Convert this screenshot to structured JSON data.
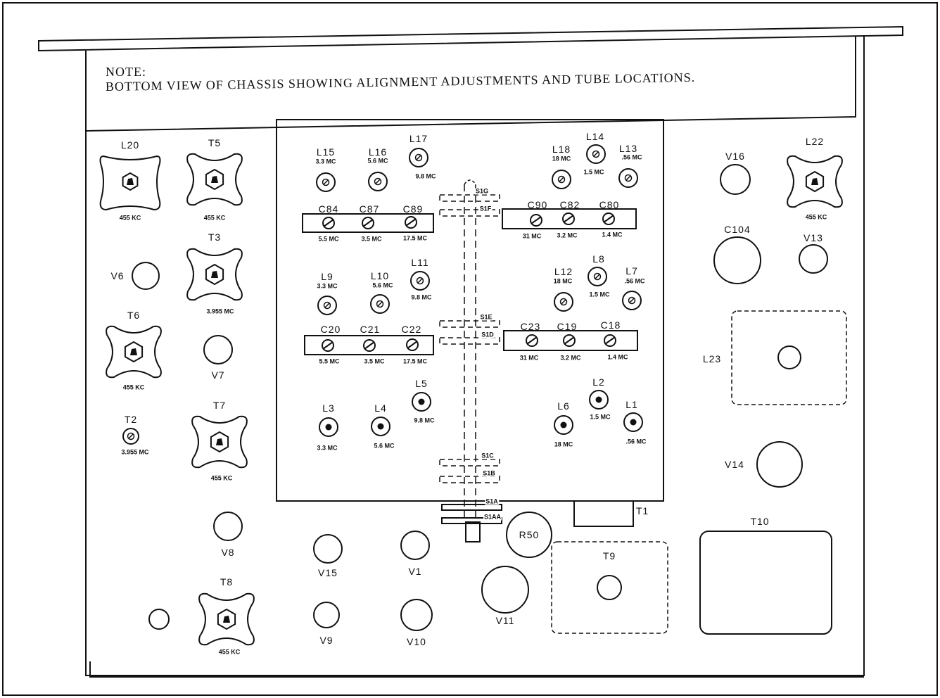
{
  "note": {
    "heading": "NOTE:",
    "text": "BOTTOM VIEW OF CHASSIS SHOWING ALIGNMENT ADJUSTMENTS AND TUBE LOCATIONS."
  },
  "components": [
    {
      "id": "L20",
      "label": "L20",
      "sub": "455 KC"
    },
    {
      "id": "T5",
      "label": "T5",
      "sub": "455 KC"
    },
    {
      "id": "T3",
      "label": "T3",
      "sub": "3.955 MC"
    },
    {
      "id": "V6",
      "label": "V6",
      "sub": ""
    },
    {
      "id": "T6",
      "label": "T6",
      "sub": "455 KC"
    },
    {
      "id": "V7",
      "label": "V7",
      "sub": ""
    },
    {
      "id": "T2",
      "label": "T2",
      "sub": "3.955 MC"
    },
    {
      "id": "T7",
      "label": "T7",
      "sub": "455 KC"
    },
    {
      "id": "V8",
      "label": "V8",
      "sub": ""
    },
    {
      "id": "T8",
      "label": "T8",
      "sub": "455 KC"
    },
    {
      "id": "V15",
      "label": "V15",
      "sub": ""
    },
    {
      "id": "V1",
      "label": "V1",
      "sub": ""
    },
    {
      "id": "V9",
      "label": "V9",
      "sub": ""
    },
    {
      "id": "V10",
      "label": "V10",
      "sub": ""
    },
    {
      "id": "V11",
      "label": "V11",
      "sub": ""
    },
    {
      "id": "R50",
      "label": "R50",
      "sub": ""
    },
    {
      "id": "T9",
      "label": "T9",
      "sub": ""
    },
    {
      "id": "T1",
      "label": "T1",
      "sub": ""
    },
    {
      "id": "T10",
      "label": "T10",
      "sub": ""
    },
    {
      "id": "V14",
      "label": "V14",
      "sub": ""
    },
    {
      "id": "L23",
      "label": "L23",
      "sub": ""
    },
    {
      "id": "C104",
      "label": "C104",
      "sub": ""
    },
    {
      "id": "V13",
      "label": "V13",
      "sub": ""
    },
    {
      "id": "V16",
      "label": "V16",
      "sub": ""
    },
    {
      "id": "L22",
      "label": "L22",
      "sub": "455 KC"
    },
    {
      "id": "L15",
      "label": "L15",
      "sub": "3.3 MC"
    },
    {
      "id": "L16",
      "label": "L16",
      "sub": "5.6 MC"
    },
    {
      "id": "L17",
      "label": "L17",
      "sub": "9.8 MC"
    },
    {
      "id": "L18",
      "label": "L18",
      "sub": "18 MC"
    },
    {
      "id": "L14",
      "label": "L14",
      "sub": "1.5 MC"
    },
    {
      "id": "L13",
      "label": "L13",
      "sub": ".56 MC"
    },
    {
      "id": "C84",
      "label": "C84",
      "sub": "5.5 MC"
    },
    {
      "id": "C87",
      "label": "C87",
      "sub": "3.5 MC"
    },
    {
      "id": "C89",
      "label": "C89",
      "sub": "17.5 MC"
    },
    {
      "id": "C90",
      "label": "C90",
      "sub": "31 MC"
    },
    {
      "id": "C82",
      "label": "C82",
      "sub": "3.2 MC"
    },
    {
      "id": "C80",
      "label": "C80",
      "sub": "1.4 MC"
    },
    {
      "id": "L9",
      "label": "L9",
      "sub": "3.3 MC"
    },
    {
      "id": "L10",
      "label": "L10",
      "sub": "5.6 MC"
    },
    {
      "id": "L11",
      "label": "L11",
      "sub": "9.8 MC"
    },
    {
      "id": "L12",
      "label": "L12",
      "sub": "18 MC"
    },
    {
      "id": "L8",
      "label": "L8",
      "sub": "1.5 MC"
    },
    {
      "id": "L7",
      "label": "L7",
      "sub": ".56 MC"
    },
    {
      "id": "C20",
      "label": "C20",
      "sub": "5.5 MC"
    },
    {
      "id": "C21",
      "label": "C21",
      "sub": "3.5 MC"
    },
    {
      "id": "C22",
      "label": "C22",
      "sub": "17.5 MC"
    },
    {
      "id": "C23",
      "label": "C23",
      "sub": "31 MC"
    },
    {
      "id": "C19",
      "label": "C19",
      "sub": "3.2 MC"
    },
    {
      "id": "C18",
      "label": "C18",
      "sub": "1.4 MC"
    },
    {
      "id": "L3",
      "label": "L3",
      "sub": "3.3 MC"
    },
    {
      "id": "L4",
      "label": "L4",
      "sub": "5.6 MC"
    },
    {
      "id": "L5",
      "label": "L5",
      "sub": "9.8 MC"
    },
    {
      "id": "L6",
      "label": "L6",
      "sub": "18 MC"
    },
    {
      "id": "L2",
      "label": "L2",
      "sub": "1.5 MC"
    },
    {
      "id": "L1",
      "label": "L1",
      "sub": ".56 MC"
    }
  ],
  "switch_sections": [
    "S1G",
    "S1F",
    "S1E",
    "S1D",
    "S1C",
    "S1B",
    "S1A",
    "S1AA"
  ]
}
